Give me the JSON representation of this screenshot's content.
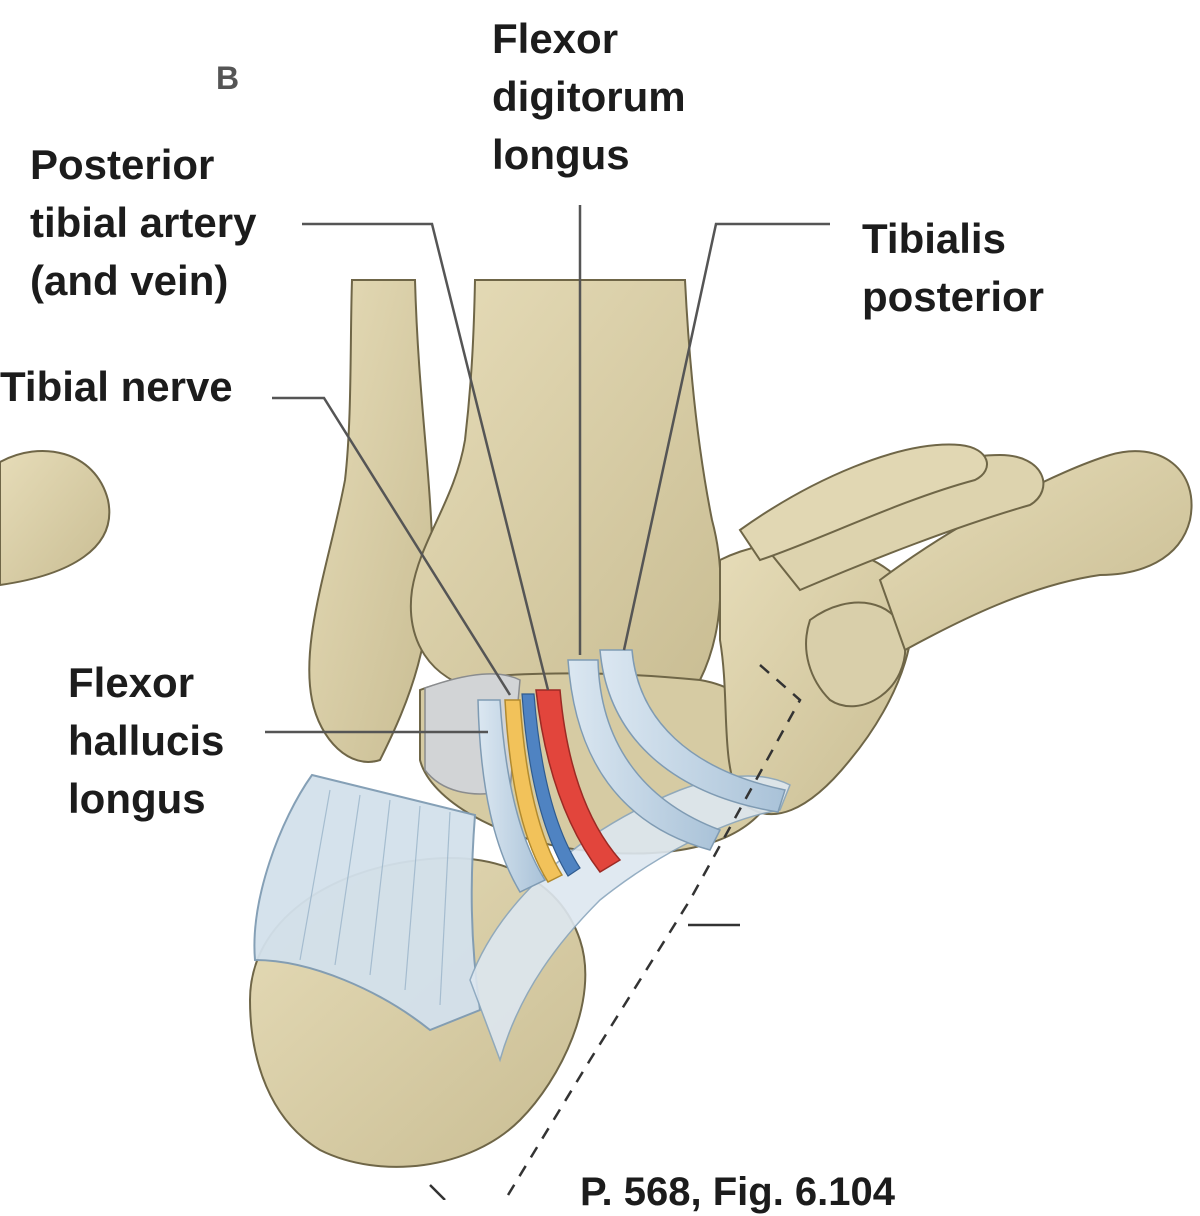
{
  "figure": {
    "panel_letter": "B",
    "labels": {
      "flexor_digitorum_longus": [
        "Flexor",
        "digitorum",
        "longus"
      ],
      "posterior_tibial_artery": [
        "Posterior",
        "tibial artery",
        "(and vein)"
      ],
      "tibialis_posterior": [
        "Tibialis",
        "posterior"
      ],
      "tibial_nerve": [
        "Tibial nerve"
      ],
      "flexor_hallucis_longus": [
        "Flexor",
        "hallucis",
        "longus"
      ]
    },
    "footer_reference": "P. 568, Fig. 6.104"
  },
  "colors": {
    "background": "#ffffff",
    "bone": "#d9cfaa",
    "bone_shadow": "#b9ad85",
    "bone_outline": "#6f6647",
    "tendon": "#c4d8e8",
    "tendon_outline": "#7f9bb3",
    "retinaculum": "#dfe8f0",
    "artery": "#e2453c",
    "vein": "#4f83c2",
    "nerve": "#f2c25a",
    "leader_line": "#555555"
  }
}
